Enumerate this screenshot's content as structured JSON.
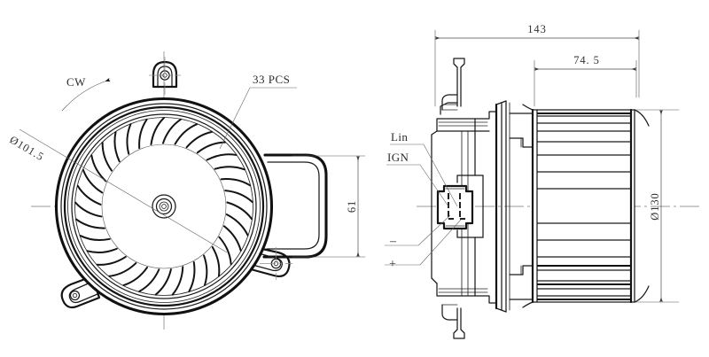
{
  "drawing": {
    "title": "blower-motor-assembly-technical-drawing",
    "background_color": "#ffffff",
    "line_color": "#111111",
    "text_color": "#2b2b2b"
  },
  "left_view": {
    "name": "front-view",
    "rotation_label": "CW",
    "diameter_label": "Ø101.5",
    "blade_count_label": "33  PCS",
    "height_dimension": "61"
  },
  "right_view": {
    "name": "side-section-view",
    "overall_length_dimension": "143",
    "partial_length_dimension": "74. 5",
    "outer_diameter_dimension": "Ø130",
    "terminals": [
      {
        "label": "Lin"
      },
      {
        "label": "IGN"
      },
      {
        "label": "–"
      },
      {
        "label": "+"
      }
    ]
  }
}
